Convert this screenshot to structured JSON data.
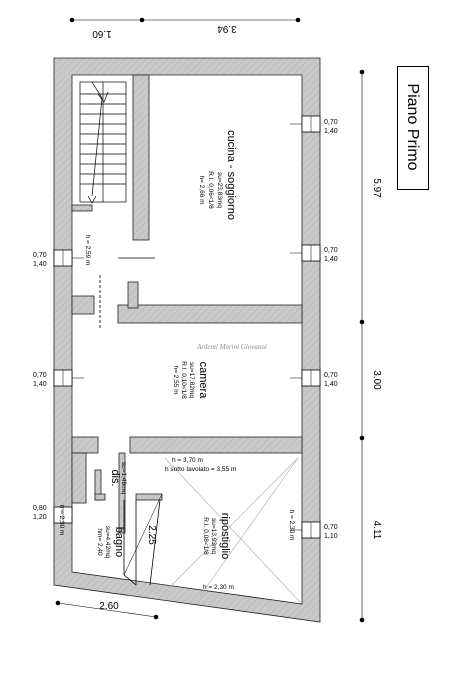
{
  "title": "Piano Primo",
  "watermark": "Ardenti Morini Giovanni",
  "dimensions": {
    "top_left": "1.60",
    "top_right": "3.94",
    "right_top": "5.97",
    "right_mid": "3.00",
    "right_bottom": "4.11",
    "bottom": "2.60",
    "diagonal": "2.25"
  },
  "rooms": {
    "cucina": {
      "name": "cucina - soggiorno",
      "su": "su=23,83mq",
      "ri": "R.I. 0,06<1/8",
      "h": "h= 2,66 m"
    },
    "camera": {
      "name": "camera",
      "su": "su=17,82mq",
      "ri": "R.I. 0,10<1/8",
      "h": "h= 2,55 m"
    },
    "dis": {
      "name": "dis.",
      "su": "su=1,49mq"
    },
    "bagno": {
      "name": "bagno",
      "su": "su=4,42mq",
      "h": "hm= 2,40"
    },
    "ripostiglio": {
      "name": "ripostiglio",
      "su": "su=13,93mq",
      "ri": "R.I. 0,08<1/8"
    }
  },
  "heights": {
    "corridor": "h = 2,59 m",
    "rip_top": "h = 3,70 m",
    "rip_beam": "h sotto tavolato = 3,55 m",
    "rip_right": "h = 2,30 m",
    "rip_bottom": "h = 2,30 m",
    "bagno": "h = 2,30 m"
  },
  "windows": {
    "right1": {
      "w": "0,70",
      "h": "1,40"
    },
    "right2": {
      "w": "0,70",
      "h": "1,40"
    },
    "right3": {
      "w": "0,70",
      "h": "1,40"
    },
    "right4": {
      "w": "0,70",
      "h": "1,10"
    },
    "left1": {
      "w": "0,70",
      "h": "1,40"
    },
    "left2": {
      "w": "0,70",
      "h": "1,40"
    },
    "left3": {
      "w": "0,80",
      "h": "1,20"
    }
  }
}
